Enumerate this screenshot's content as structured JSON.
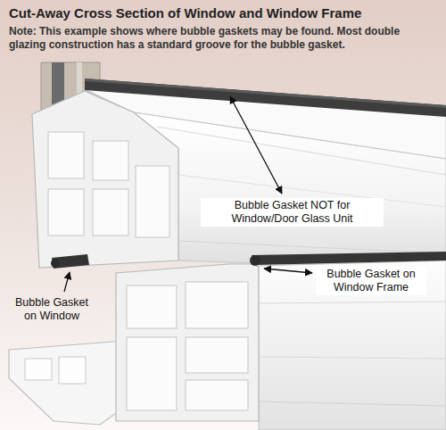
{
  "diagram": {
    "title": "Cut-Away Cross Section of Window and Window Frame",
    "labels": [
      "Note: This example shows where bubble gaskets may be found. Most double glazing construction has a standard groove for the bubble gasket.",
      "Bubble Gasket NOT for Window/Door Glass Unit",
      "Bubble Gasket on Window",
      "Bubble Gasket on Window Frame"
    ]
  }
}
